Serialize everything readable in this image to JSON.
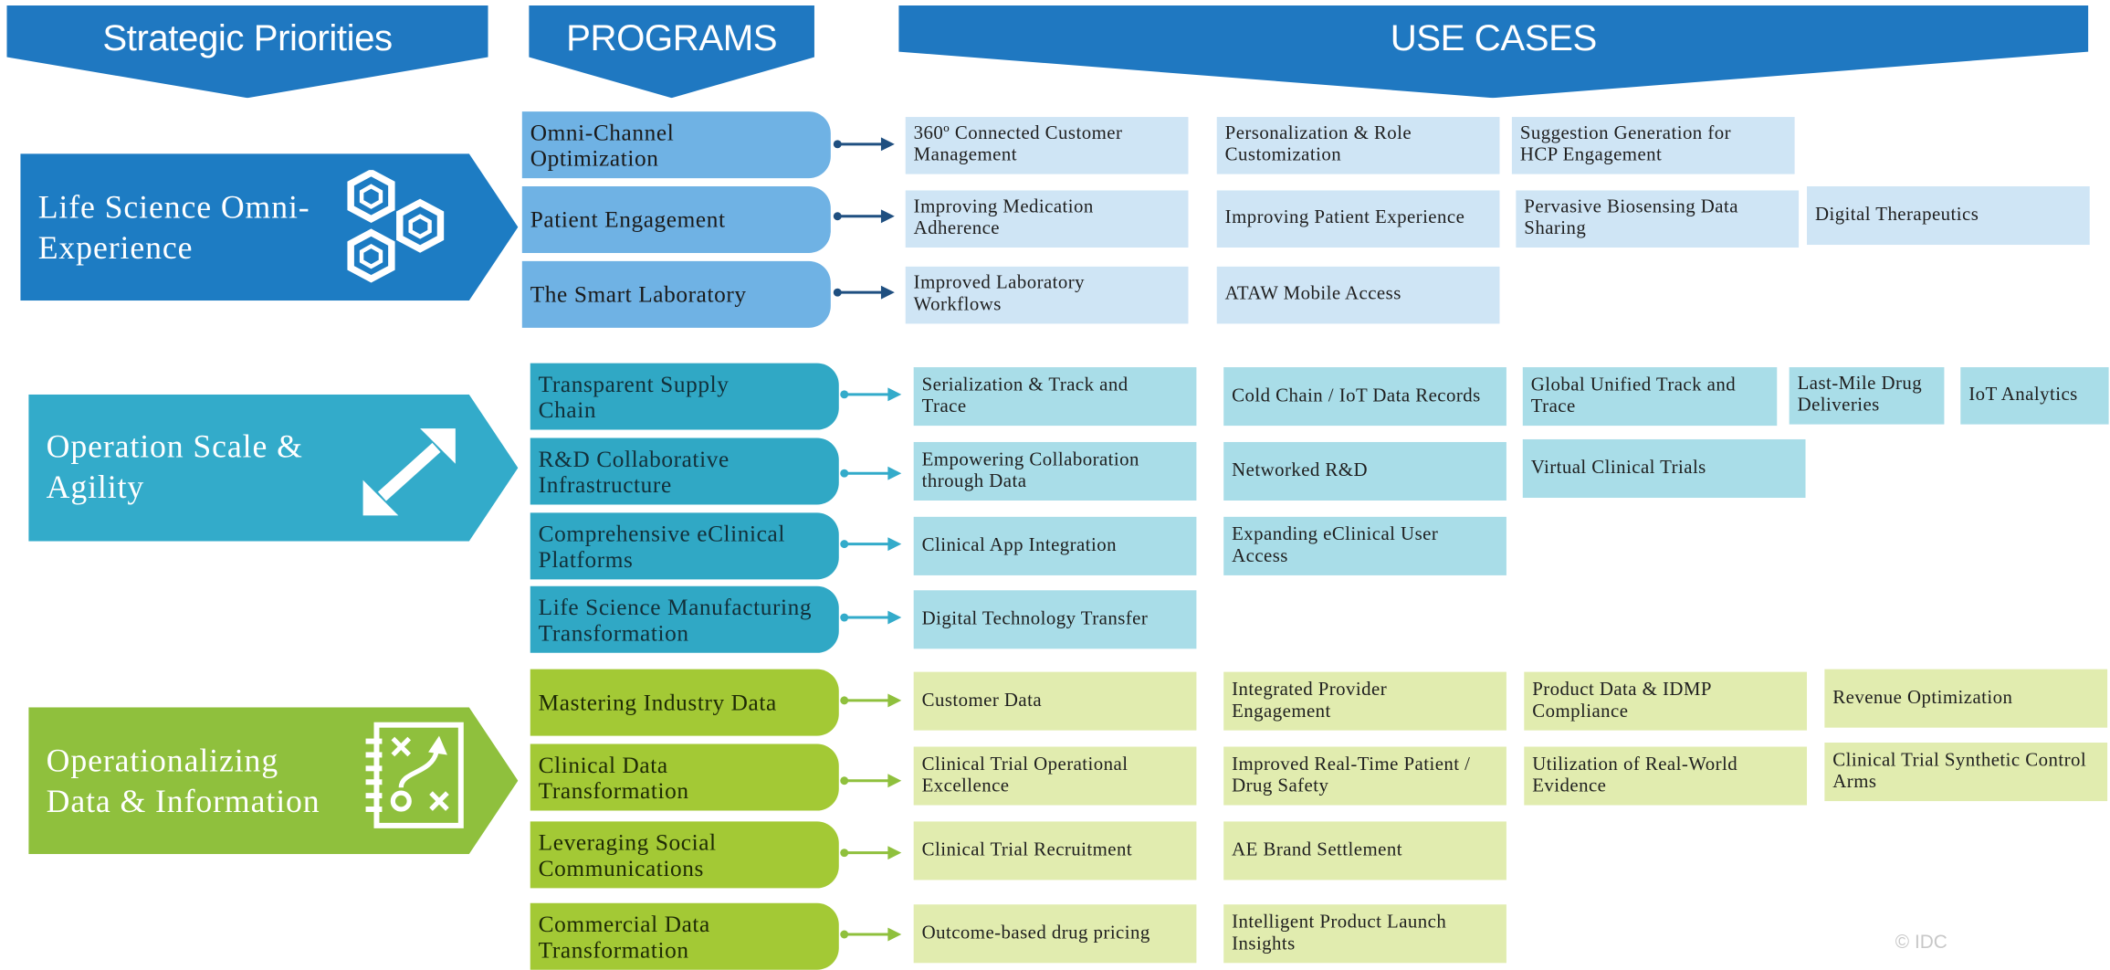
{
  "headers": {
    "priorities": "Strategic Priorities",
    "programs": "PROGRAMS",
    "use_cases": "USE CASES"
  },
  "colors": {
    "header": "#1f78c1",
    "omni": "#1d7cc3",
    "ops": "#33abca",
    "data": "#8fc03d"
  },
  "bands": [
    {
      "priority": "Life Science Omni-\nExperience",
      "icon": "hexagon-cluster-icon",
      "programs": [
        {
          "label": "Omni-Channel\nOptimization",
          "use_cases": [
            "360º Connected Customer\nManagement",
            "Personalization & Role\nCustomization",
            "Suggestion Generation for\nHCP Engagement"
          ]
        },
        {
          "label": "Patient Engagement",
          "use_cases": [
            "Improving Medication\nAdherence",
            "Improving Patient Experience",
            "Pervasive Biosensing Data\nSharing",
            "Digital Therapeutics"
          ]
        },
        {
          "label": "The Smart Laboratory",
          "use_cases": [
            "Improved Laboratory\nWorkflows",
            "ATAW Mobile Access"
          ]
        }
      ]
    },
    {
      "priority": "Operation Scale &\nAgility",
      "icon": "diagonal-double-arrow-icon",
      "programs": [
        {
          "label": "Transparent Supply\nChain",
          "use_cases": [
            "Serialization & Track and\nTrace",
            "Cold Chain / IoT Data Records",
            "Global Unified Track and\nTrace",
            "Last-Mile Drug\nDeliveries",
            "IoT Analytics"
          ]
        },
        {
          "label": "R&D Collaborative\nInfrastructure",
          "use_cases": [
            "Empowering Collaboration\nthrough Data",
            "Networked R&D",
            "Virtual Clinical Trials"
          ]
        },
        {
          "label": "Comprehensive eClinical\nPlatforms",
          "use_cases": [
            "Clinical App Integration",
            "Expanding eClinical User\nAccess"
          ]
        },
        {
          "label": "Life Science Manufacturing\nTransformation",
          "use_cases": [
            "Digital Technology Transfer"
          ]
        }
      ]
    },
    {
      "priority": "Operationalizing\nData & Information",
      "icon": "strategy-playbook-icon",
      "programs": [
        {
          "label": "Mastering Industry Data",
          "use_cases": [
            "Customer Data",
            "Integrated Provider\nEngagement",
            "Product Data & IDMP\nCompliance",
            "Revenue Optimization"
          ]
        },
        {
          "label": "Clinical Data\nTransformation",
          "use_cases": [
            "Clinical Trial Operational\nExcellence",
            "Improved Real-Time Patient /\nDrug Safety",
            "Utilization of Real-World\nEvidence",
            "Clinical Trial Synthetic Control\nArms"
          ]
        },
        {
          "label": "Leveraging Social\nCommunications",
          "use_cases": [
            "Clinical Trial Recruitment",
            "AE Brand Settlement"
          ]
        },
        {
          "label": "Commercial Data\nTransformation",
          "use_cases": [
            "Outcome-based drug pricing",
            "Intelligent Product Launch\nInsights"
          ]
        }
      ]
    }
  ],
  "copyright": "© IDC"
}
